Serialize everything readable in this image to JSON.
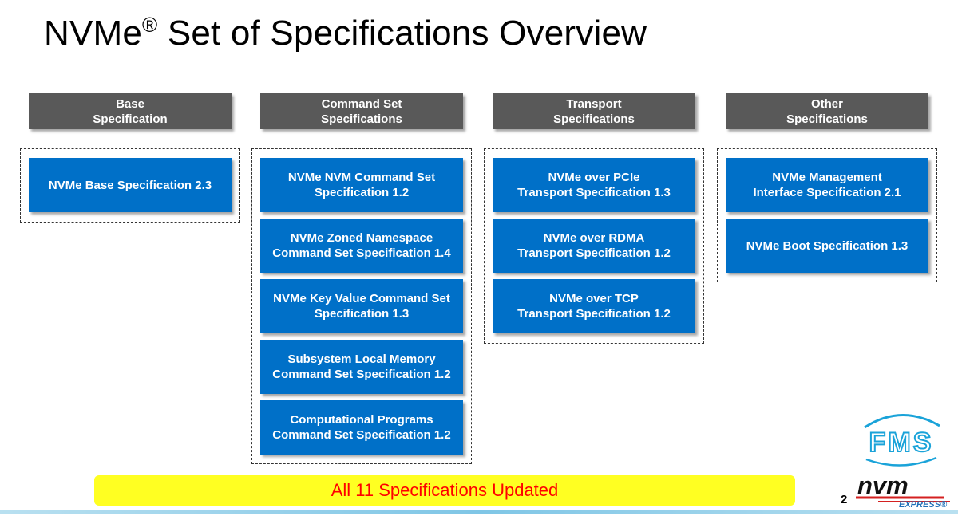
{
  "title": {
    "text": "NVMe",
    "sup": "®",
    "rest": " Set of Specifications Overview"
  },
  "columns": [
    {
      "header": [
        "Base",
        "Specification"
      ],
      "specs": [
        [
          "NVMe Base Specification 2.3"
        ]
      ]
    },
    {
      "header": [
        "Command Set",
        "Specifications"
      ],
      "specs": [
        [
          "NVMe NVM Command Set",
          "Specification 1.2"
        ],
        [
          "NVMe Zoned Namespace",
          "Command Set Specification 1.4"
        ],
        [
          "NVMe Key Value Command Set",
          "Specification 1.3"
        ],
        [
          "Subsystem Local Memory",
          "Command Set Specification 1.2"
        ],
        [
          "Computational Programs",
          "Command Set Specification 1.2"
        ]
      ]
    },
    {
      "header": [
        "Transport",
        "Specifications"
      ],
      "specs": [
        [
          "NVMe over PCIe",
          "Transport Specification 1.3"
        ],
        [
          "NVMe over RDMA",
          "Transport Specification 1.2"
        ],
        [
          "NVMe over TCP",
          "Transport Specification 1.2"
        ]
      ]
    },
    {
      "header": [
        "Other",
        "Specifications"
      ],
      "specs": [
        [
          "NVMe Management",
          "Interface Specification 2.1"
        ],
        [
          "NVMe Boot Specification 1.3"
        ]
      ]
    }
  ],
  "banner": "All 11 Specifications Updated",
  "page_number": "2",
  "logos": {
    "fms": "FMS",
    "nvm": "nvm",
    "express": "EXPRESS®"
  },
  "colors": {
    "spec_box": "#0070c8",
    "header_box": "#595959",
    "banner_bg": "#ffff22",
    "banner_text": "#ff0000"
  }
}
